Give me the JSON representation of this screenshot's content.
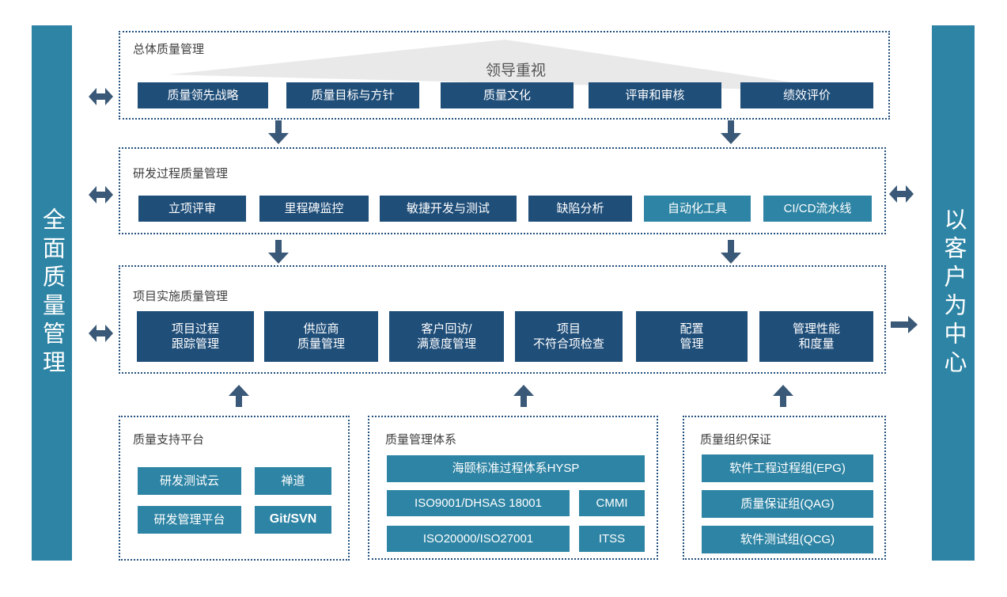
{
  "sidebars": {
    "left": "全面质量管理",
    "right": "以客户为中心"
  },
  "sections": {
    "overall": {
      "title": "总体质量管理",
      "banner": "领导重视",
      "buttons": [
        "质量领先战略",
        "质量目标与方针",
        "质量文化",
        "评审和审核",
        "绩效评价"
      ]
    },
    "rd": {
      "title": "研发过程质量管理",
      "buttons": [
        "立项评审",
        "里程碑监控",
        "敏捷开发与测试",
        "缺陷分析",
        "自动化工具",
        "CI/CD流水线"
      ]
    },
    "impl": {
      "title": "项目实施质量管理",
      "buttons": [
        {
          "line1": "项目过程",
          "line2": "跟踪管理"
        },
        {
          "line1": "供应商",
          "line2": "质量管理"
        },
        {
          "line1": "客户回访/",
          "line2": "满意度管理"
        },
        {
          "line1": "项目",
          "line2": "不符合项检查"
        },
        {
          "line1": "配置",
          "line2": "管理"
        },
        {
          "line1": "管理性能",
          "line2": "和度量"
        }
      ]
    },
    "support": {
      "title": "质量支持平台",
      "buttons": [
        "研发测试云",
        "禅道",
        "研发管理平台",
        "Git/SVN"
      ]
    },
    "system": {
      "title": "质量管理体系",
      "buttons": [
        "海颐标准过程体系HYSP",
        "ISO9001/DHSAS 18001",
        "CMMI",
        "ISO20000/ISO27001",
        "ITSS"
      ]
    },
    "org": {
      "title": "质量组织保证",
      "buttons": [
        "软件工程过程组(EPG)",
        "质量保证组(QAG)",
        "软件测试组(QCG)"
      ]
    }
  },
  "colors": {
    "navy": "#1F4E79",
    "teal": "#2E84A4",
    "arrow": "#3A5877",
    "banner_bg": "#E9E9E9",
    "dotted_border": "#24517E"
  }
}
